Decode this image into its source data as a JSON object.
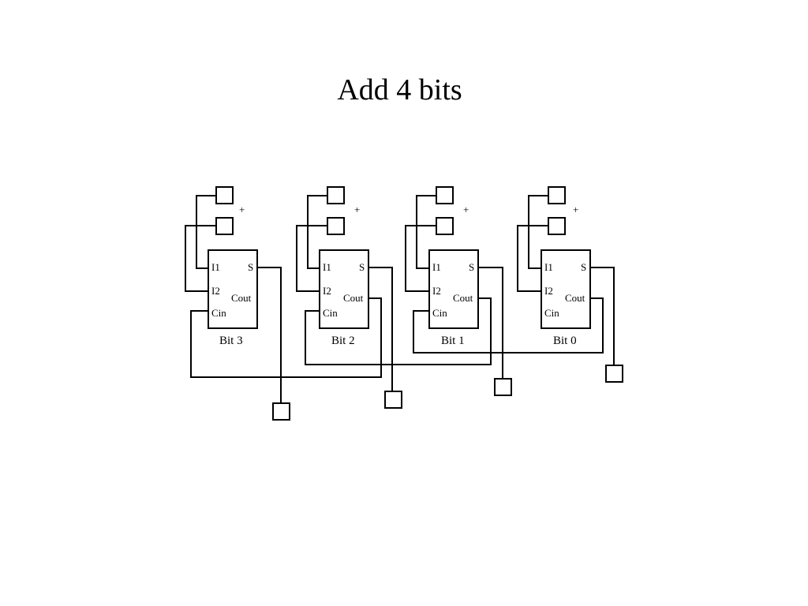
{
  "title": "Add 4 bits",
  "adders": [
    {
      "label": "Bit 3",
      "in1": "I1",
      "in2": "I2",
      "cin": "Cin",
      "sum": "S",
      "cout": "Cout",
      "op": "+"
    },
    {
      "label": "Bit 2",
      "in1": "I1",
      "in2": "I2",
      "cin": "Cin",
      "sum": "S",
      "cout": "Cout",
      "op": "+"
    },
    {
      "label": "Bit 1",
      "in1": "I1",
      "in2": "I2",
      "cin": "Cin",
      "sum": "S",
      "cout": "Cout",
      "op": "+"
    },
    {
      "label": "Bit 0",
      "in1": "I1",
      "in2": "I2",
      "cin": "Cin",
      "sum": "S",
      "cout": "Cout",
      "op": "+"
    }
  ]
}
